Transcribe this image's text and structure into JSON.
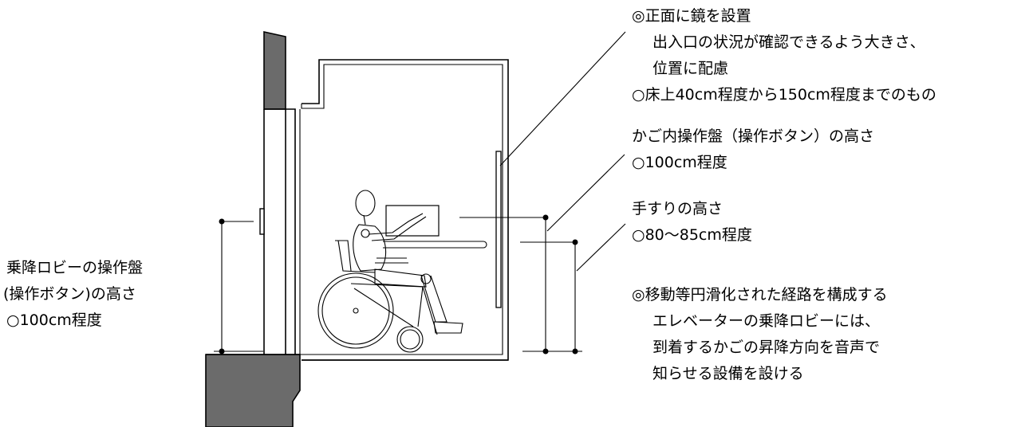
{
  "annotations": {
    "mirror": {
      "title": "◎正面に鏡を設置",
      "line2": "出入口の状況が確認できるよう大きさ、",
      "line3": "位置に配慮",
      "line4": "○床上40cm程度から150cm程度までのもの"
    },
    "car_panel": {
      "title": "かご内操作盤（操作ボタン）の高さ",
      "value": "○100cm程度"
    },
    "handrail": {
      "title": "手すりの高さ",
      "value": "○80～85cm程度"
    },
    "lobby_panel": {
      "line1": "乗降ロビーの操作盤",
      "line2": "(操作ボタン)の高さ",
      "value": "○100cm程度"
    },
    "announcement": {
      "line1": "◎移動等円滑化された経路を構成する",
      "line2": "エレベーターの乗降ロビーには、",
      "line3": "到着するかごの昇降方向を音声で",
      "line4": "知らせる設備を設ける"
    }
  },
  "colors": {
    "wall_fill": "#6b6b6b",
    "line": "#000000"
  }
}
